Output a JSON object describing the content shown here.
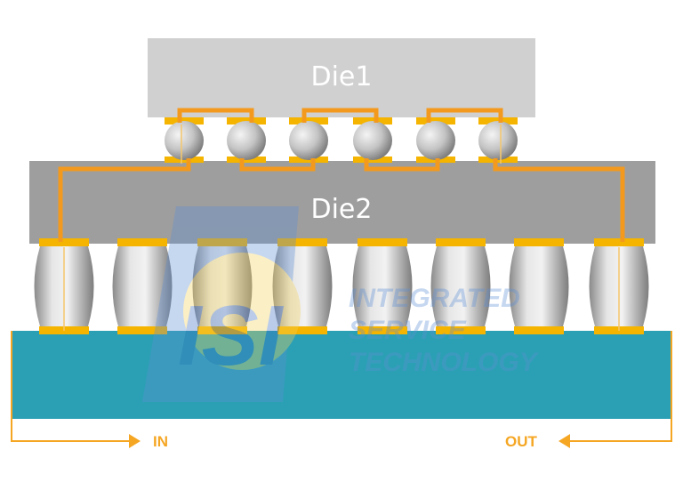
{
  "dies": {
    "top_label": "Die1",
    "bottom_label": "Die2"
  },
  "io": {
    "in_label": "IN",
    "out_label": "OUT"
  },
  "watermark": {
    "logo_text": "ISI",
    "lines": [
      "INTEGRATED",
      "SERVICE",
      "TECHNOLOGY"
    ]
  },
  "colors": {
    "die1": "#d0d0d0",
    "die2": "#9e9e9e",
    "substrate": "#2ba0b4",
    "pad": "#f5b400",
    "trace": "#f39a1e",
    "arrow": "#f5a623",
    "bump_light": "#f2f2f2",
    "bump_dark": "#7d7d7d",
    "watermark_blue": "#5d8fd6",
    "watermark_yellow": "#f5d35b"
  }
}
